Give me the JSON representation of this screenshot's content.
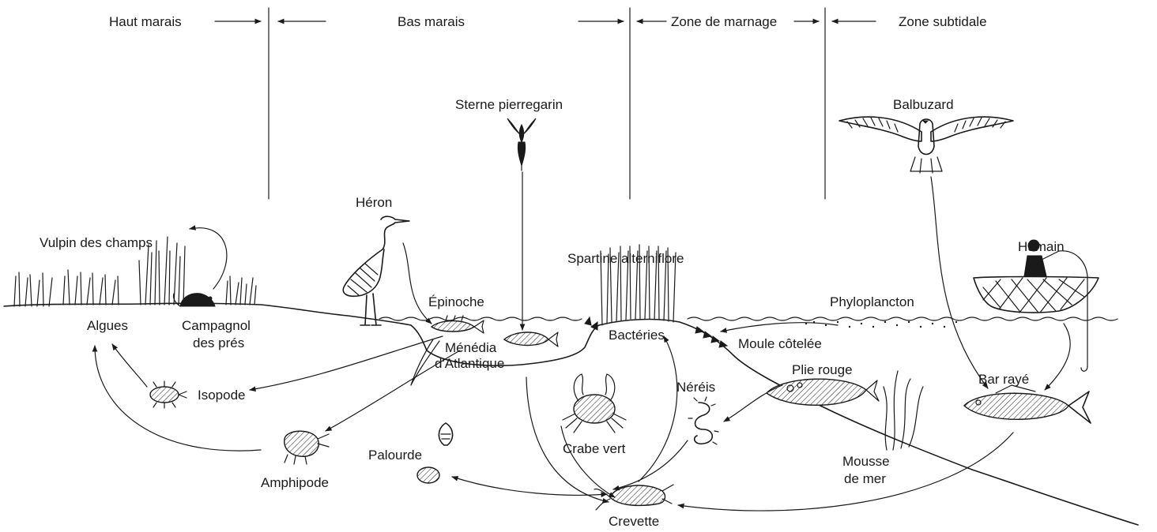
{
  "zones": {
    "haut_marais": "Haut marais",
    "bas_marais": "Bas marais",
    "zone_marnage": "Zone de marnage",
    "zone_subtidale": "Zone subtidale"
  },
  "organisms": {
    "sterne": "Sterne pierregarin",
    "balbuzard": "Balbuzard",
    "heron": "Héron",
    "vulpin": "Vulpin des champs",
    "spartine": "Spartine alterniflore",
    "humain": "Humain",
    "epinoche": "Épinoche",
    "phyloplancton": "Phyloplancton",
    "algues": "Algues",
    "campagnol_1": "Campagnol",
    "campagnol_2": "des prés",
    "menedia_1": "Ménédia",
    "menedia_2": "d'Atlantique",
    "bacteries": "Bactéries",
    "moule": "Moule côtelée",
    "plie": "Plie rouge",
    "neréis": "Néréis",
    "bar": "Bar rayé",
    "isopode": "Isopode",
    "palourde": "Palourde",
    "crabe": "Crabe vert",
    "amphipode": "Amphipode",
    "mousse_1": "Mousse",
    "mousse_2": "de mer",
    "crevette": "Crevette"
  },
  "icons": [
    "tern-icon",
    "osprey-icon",
    "heron-icon",
    "vole-icon",
    "boat-fisher-icon",
    "fish-icon",
    "crab-icon",
    "shrimp-icon",
    "clam-icon",
    "worm-icon",
    "isopod-icon",
    "amphipod-icon",
    "seaweed-icon",
    "grass-icon",
    "plankton-dots"
  ]
}
